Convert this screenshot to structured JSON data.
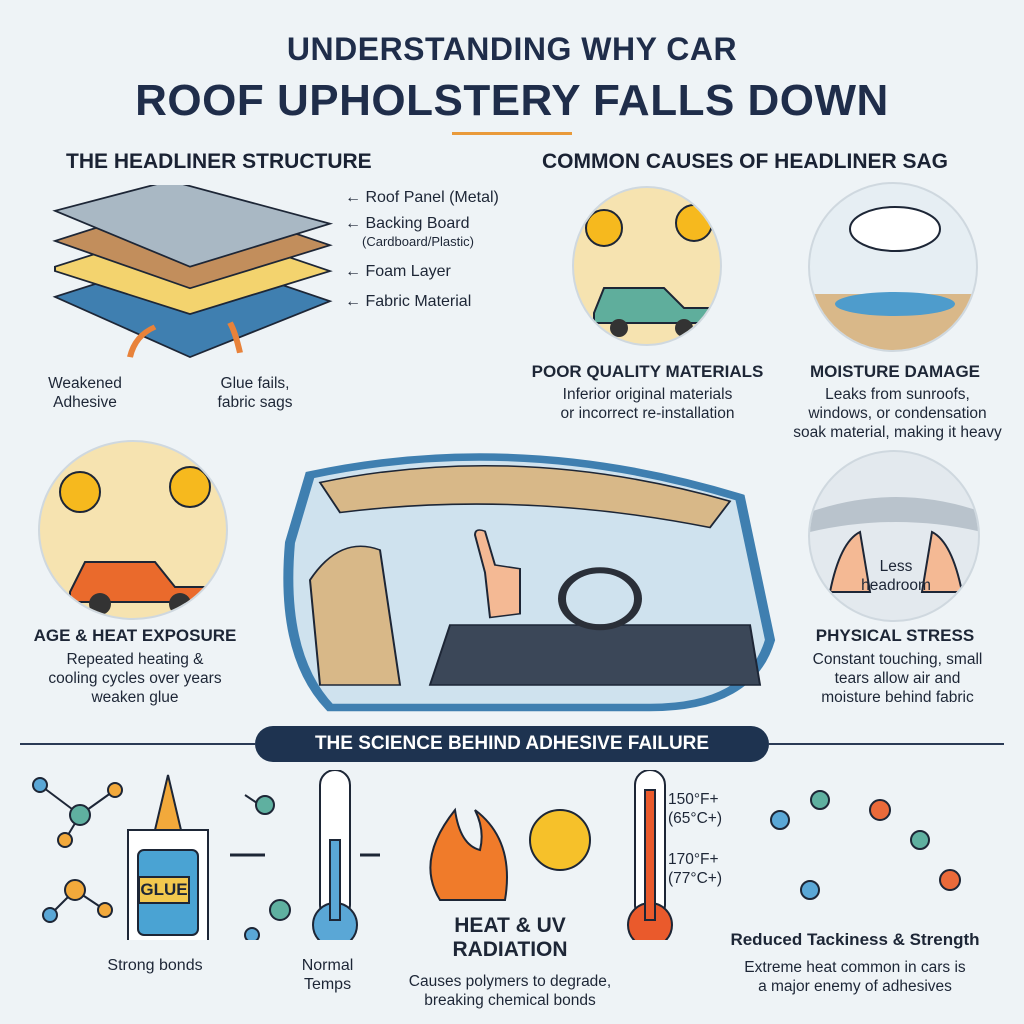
{
  "title": {
    "line1": "UNDERSTANDING WHY CAR",
    "line2": "ROOF UPHOLSTERY FALLS DOWN"
  },
  "structure": {
    "heading": "THE HEADLINER STRUCTURE",
    "layers": [
      {
        "label": "Roof Panel (Metal)"
      },
      {
        "label": "Backing Board",
        "sub": "(Cardboard/Plastic)"
      },
      {
        "label": "Foam Layer"
      },
      {
        "label": "Fabric Material"
      }
    ],
    "callout_left": [
      "Weakened",
      "Adhesive"
    ],
    "callout_right": [
      "Glue fails,",
      "fabric sags"
    ]
  },
  "causes": {
    "heading": "COMMON CAUSES OF HEADLINER SAG",
    "items": [
      {
        "title": "POOR QUALITY MATERIALS",
        "desc": [
          "Inferior original materials",
          "or incorrect re-installation"
        ]
      },
      {
        "title": "MOISTURE DAMAGE",
        "desc": [
          "Leaks from sunroofs,",
          "windows, or condensation",
          "soak material, making it heavy"
        ]
      },
      {
        "title": "AGE & HEAT EXPOSURE",
        "desc": [
          "Repeated heating &",
          "cooling cycles over years",
          "weaken glue"
        ]
      },
      {
        "title": "PHYSICAL STRESS",
        "desc": [
          "Constant touching, small",
          "tears allow air and",
          "moisture behind fabric"
        ],
        "inset": [
          "Less",
          "headroom"
        ]
      }
    ]
  },
  "science": {
    "heading": "THE SCIENCE BEHIND ADHESIVE FAILURE",
    "glue_label": "GLUE",
    "strong": "Strong bonds",
    "normal": [
      "Normal",
      "Temps"
    ],
    "heat_title": [
      "HEAT & UV",
      "RADIATION"
    ],
    "heat_desc": [
      "Causes polymers to degrade,",
      "breaking chemical bonds"
    ],
    "temps": [
      [
        "150°F+",
        "(65°C+)"
      ],
      [
        "170°F+",
        "(77°C+)"
      ]
    ],
    "reduced_title": "Reduced Tackiness & Strength",
    "reduced_desc": [
      "Extreme heat common in cars is",
      "a major enemy of adhesives"
    ]
  },
  "colors": {
    "navy": "#1f2d4a",
    "orange": "#e99a3a",
    "sky": "#f6e3b0"
  }
}
